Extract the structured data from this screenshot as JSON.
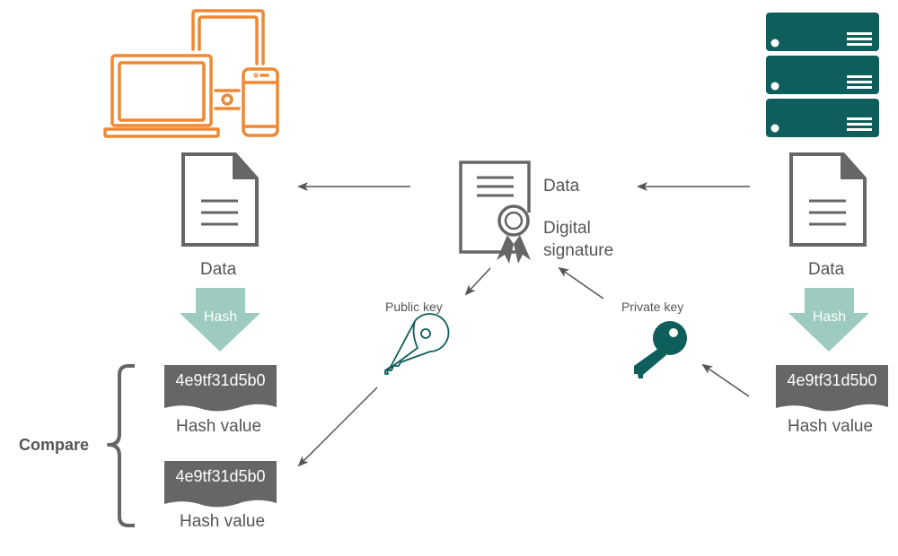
{
  "colors": {
    "device_orange": "#EE8833",
    "server_teal": "#0E5E5B",
    "hash_arrow": "#9DCBBF",
    "doc_gray": "#666666",
    "arrow_gray": "#555555"
  },
  "client": {
    "icon": "devices-icon",
    "document_label": "Data",
    "hash_arrow_label": "Hash",
    "hash_value": "4e9tf31d5b0",
    "hash_value_label": "Hash value",
    "received_hash_value": "4e9tf31d5b0",
    "received_hash_value_label": "Hash value",
    "compare_label": "Compare"
  },
  "server": {
    "icon": "server-icon",
    "document_label": "Data",
    "hash_arrow_label": "Hash",
    "hash_value": "4e9tf31d5b0",
    "hash_value_label": "Hash value"
  },
  "signed_package": {
    "icon": "certificate-icon",
    "data_label": "Data",
    "signature_label_line1": "Digital",
    "signature_label_line2": "signature"
  },
  "keys": {
    "public": {
      "label": "Public key",
      "icon": "public-key-icon"
    },
    "private": {
      "label": "Private key",
      "icon": "private-key-icon"
    }
  }
}
